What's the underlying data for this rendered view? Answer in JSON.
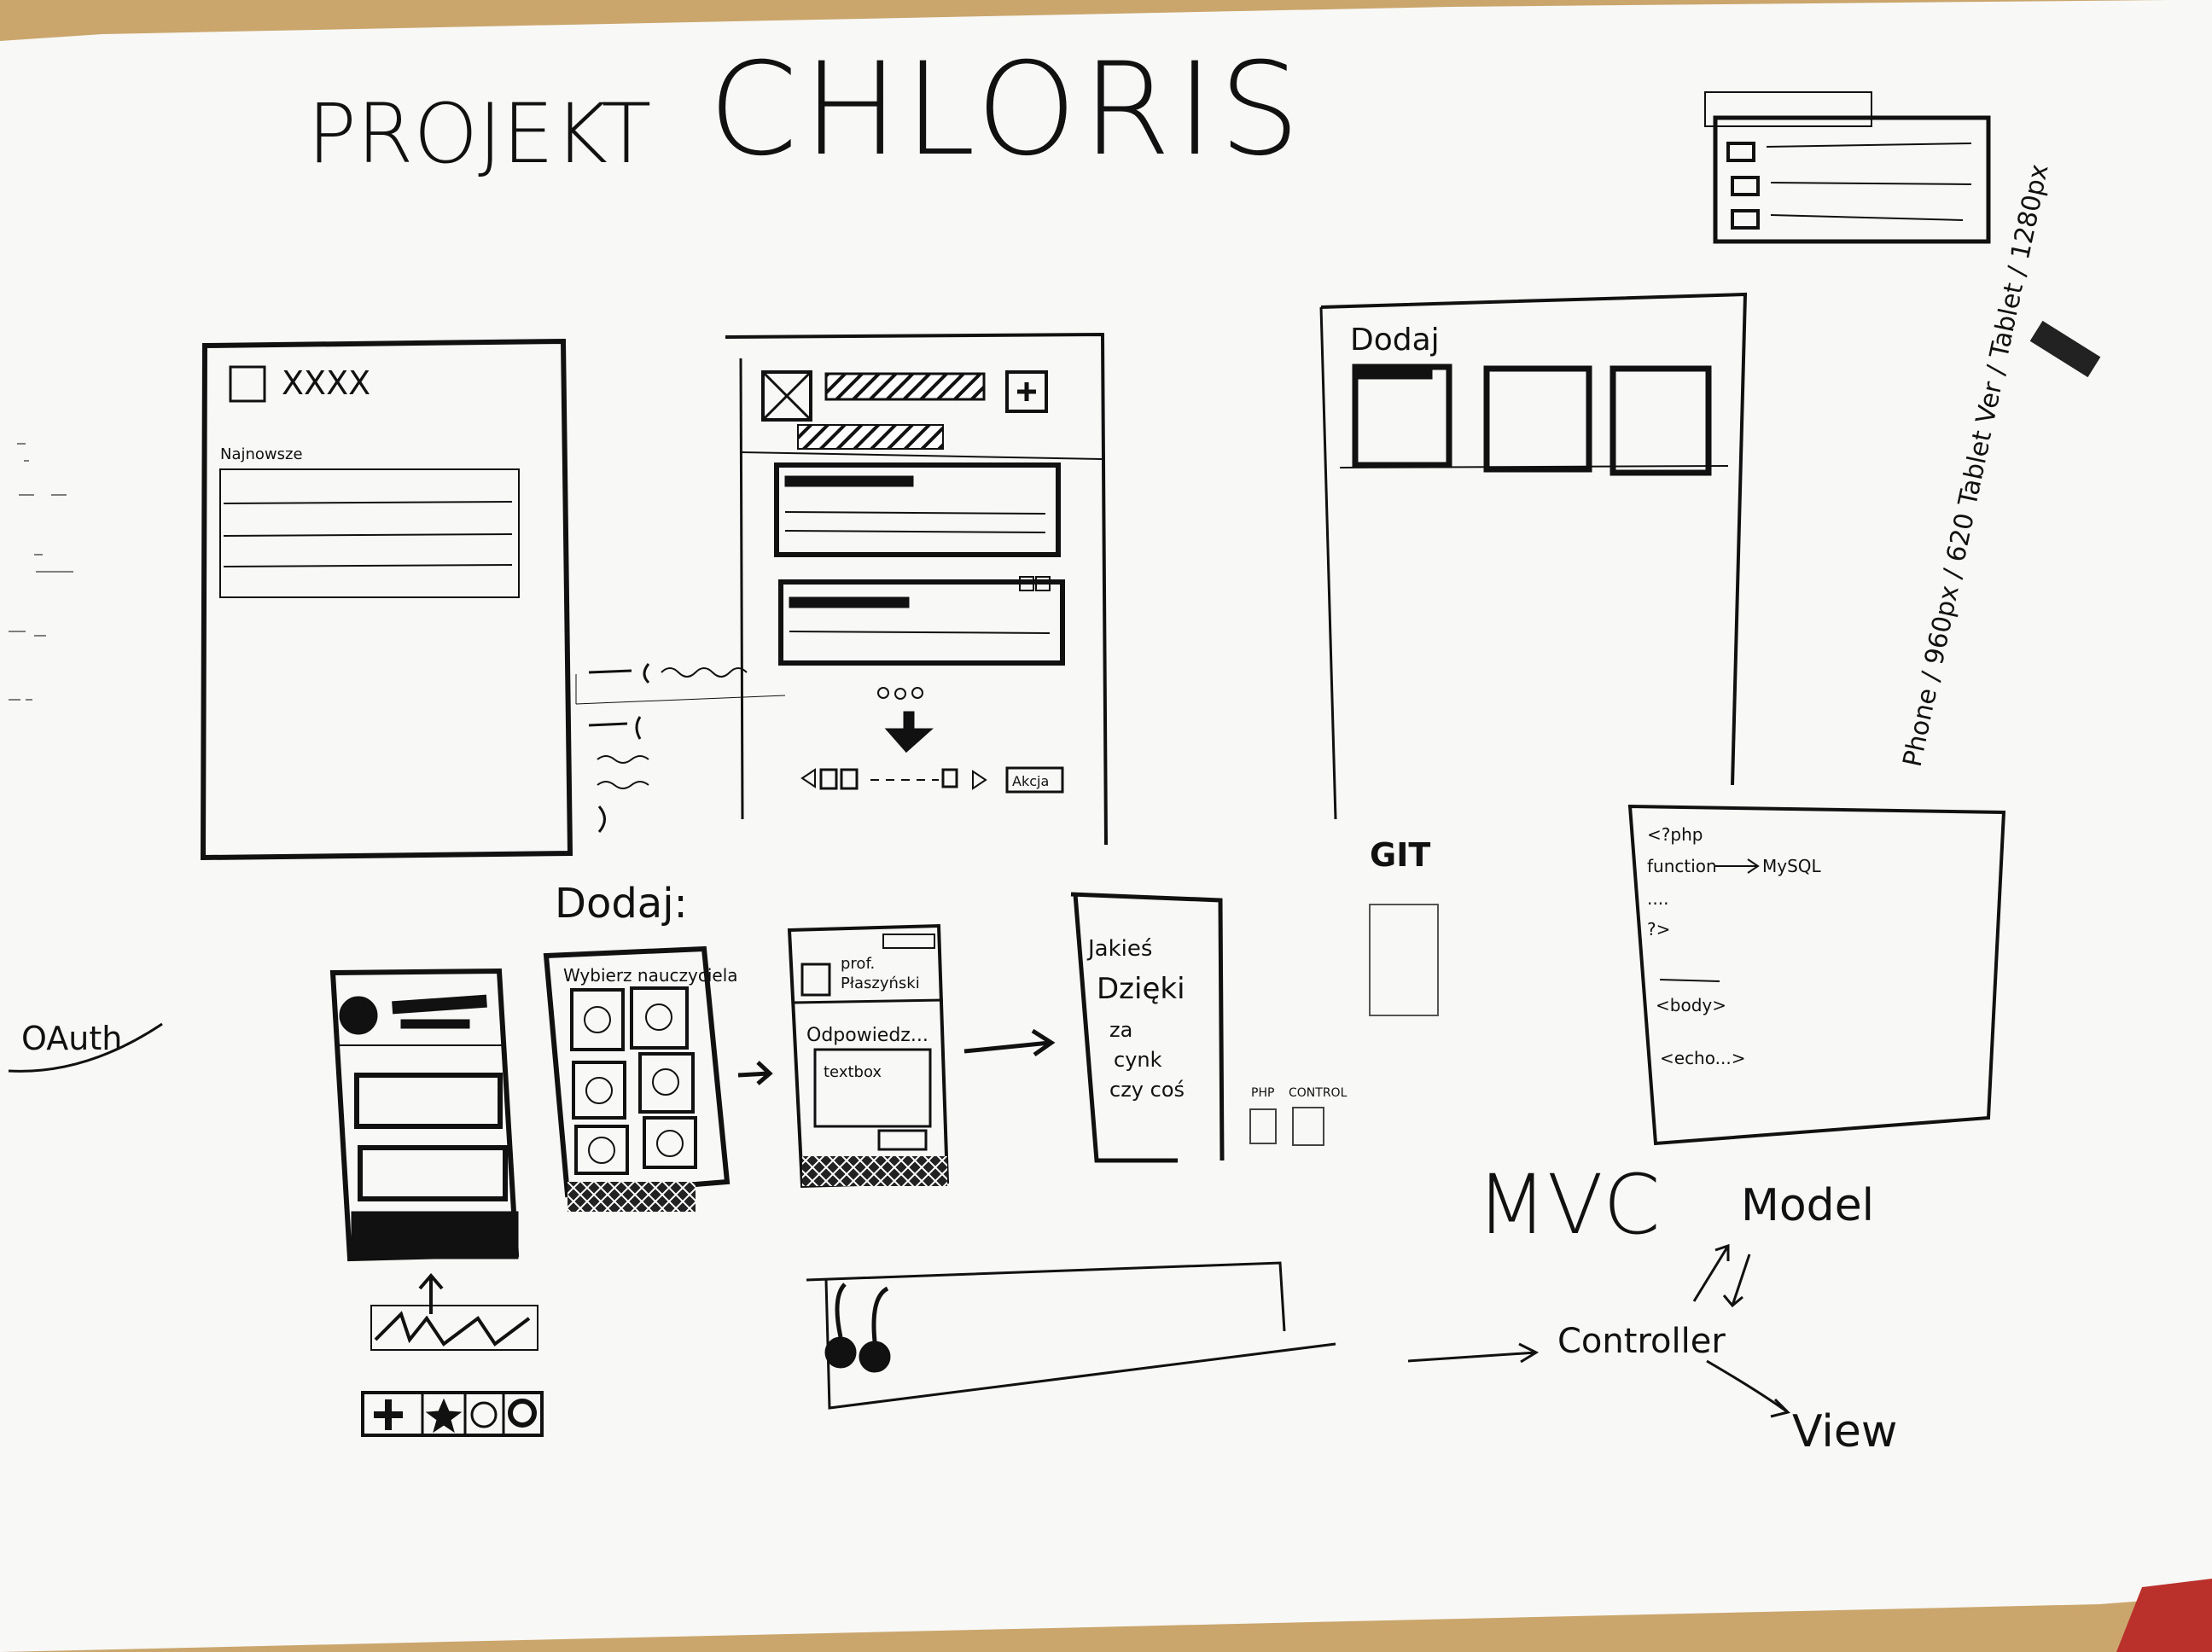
{
  "title": {
    "word1": "PROJEKT",
    "word2": "CHLORIS"
  },
  "wireframe1": {
    "header": "XXXX",
    "section": "Najnowsze"
  },
  "wireframe3": {
    "label": "Dodaj"
  },
  "wireframe2": {
    "pagination_button": "Akcja"
  },
  "dodaj_label": "Dodaj:",
  "oauth_label": "OAuth",
  "git_label": "GIT",
  "select_screen": {
    "header": "Wybierz nauczyciela"
  },
  "question_screen": {
    "name_line1": "prof.",
    "name_line2": "Płaszyński",
    "prompt": "Odpowiedz...",
    "textbox": "textbox"
  },
  "thanks_screen": {
    "lines": [
      "Jakieś",
      "Dzięki",
      "za",
      "cynk",
      "czy coś"
    ]
  },
  "labels_small": {
    "php": "PHP",
    "control": "CONTROL"
  },
  "code_box": {
    "line1": "<?php",
    "line2": "function",
    "line2_arrow": "MySQL",
    "line3": "....",
    "line4": "?>",
    "line5": "<body>",
    "line6": "<echo...>"
  },
  "mvc": {
    "title": "MVC",
    "model": "Model",
    "controller": "Controller",
    "view": "View"
  },
  "resolutions": {
    "text": "Phone / 960px / 620 Tablet Ver / Tablet / 1280px"
  },
  "colors": {
    "paper": "#fbfbfa",
    "ink": "#111111",
    "table": "#c9a46a",
    "stripe": "#b9312a"
  }
}
